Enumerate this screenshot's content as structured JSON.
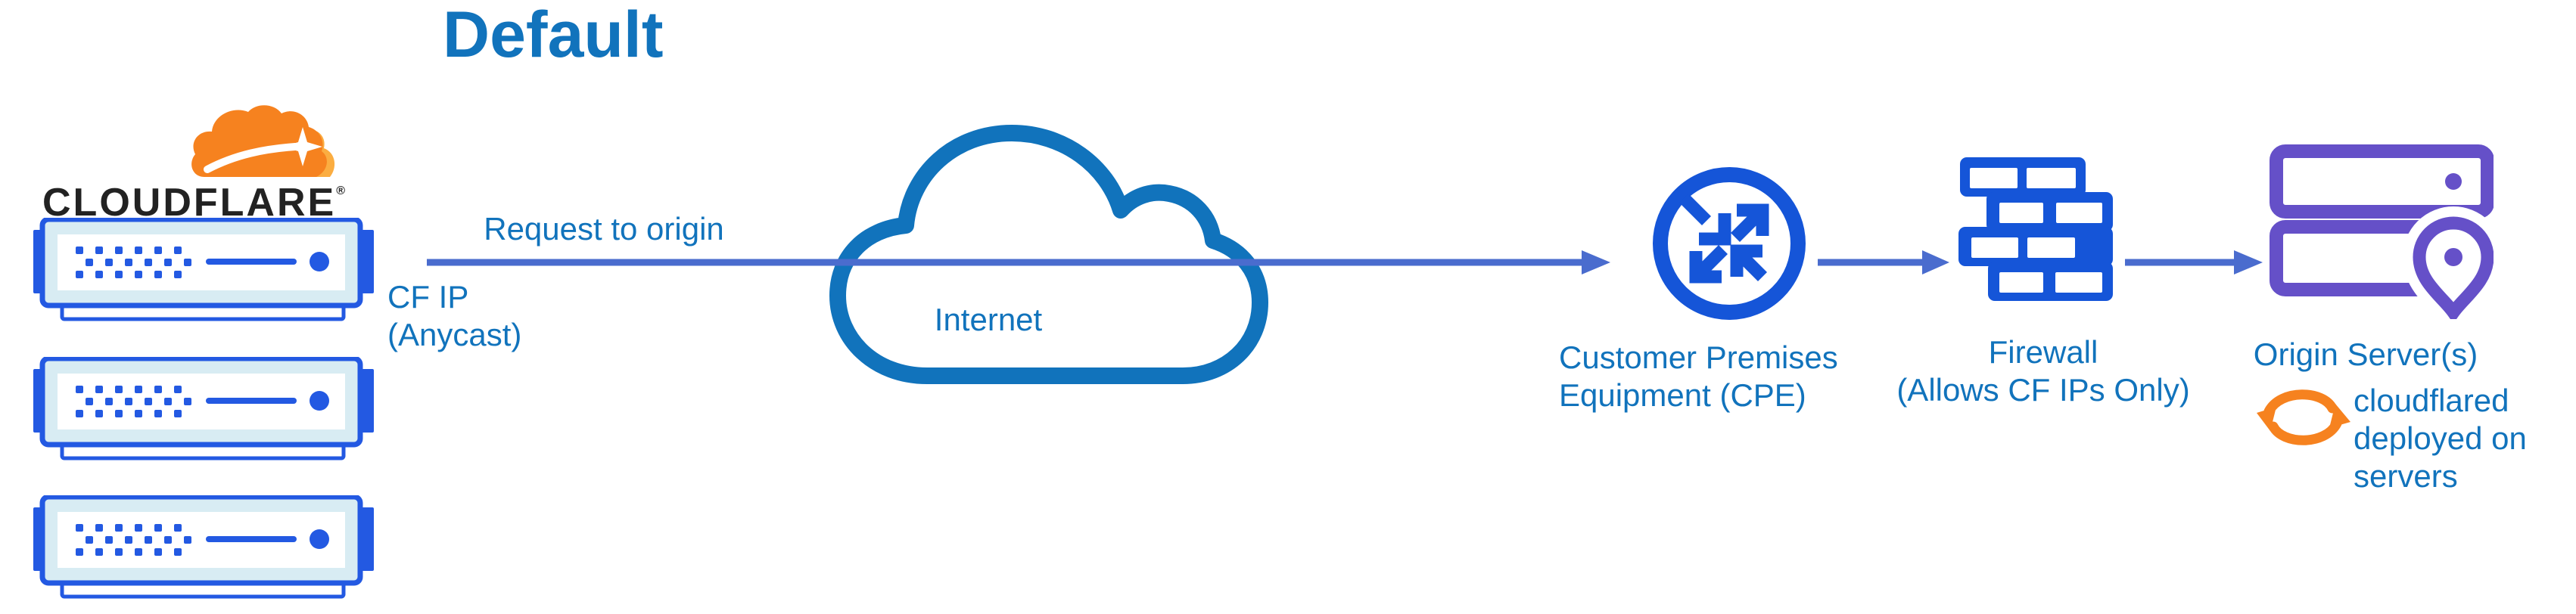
{
  "title": "Default",
  "brand": {
    "wordmark": "CLOUDFLARE",
    "registered_mark": "®"
  },
  "edge": {
    "request_label": "Request to origin",
    "ip_label_line1": "CF IP",
    "ip_label_line2": "(Anycast)"
  },
  "internet": {
    "label": "Internet"
  },
  "cpe": {
    "label_line1": "Customer Premises",
    "label_line2": "Equipment (CPE)"
  },
  "firewall": {
    "label_line1": "Firewall",
    "label_line2": "(Allows CF IPs Only)"
  },
  "origin": {
    "label": "Origin Server(s)",
    "note_line1": "cloudflared",
    "note_line2": "deployed on",
    "note_line3": "servers"
  },
  "icons": {
    "logo_cloud": "cloudflare-logo-cloud",
    "edge_servers": "cloudflare-edge-server-stack",
    "internet": "internet-cloud",
    "cpe": "router-cpe-icon",
    "firewall": "brick-wall-firewall-icon",
    "origin": "origin-server-location-icon",
    "cloudflared": "sync-arrows-icon"
  },
  "colors": {
    "label_blue": "#1173bc",
    "arrow_blue": "#4a6cce",
    "icon_blue": "#1555d8",
    "server_blue": "#2359e2",
    "server_fill": "#d8ecf3",
    "cloud_stroke": "#1173bc",
    "origin_purple": "#6550c8",
    "brand_orange": "#f6821f",
    "brand_orange_light": "#fbad41",
    "wordmark_black": "#222222"
  }
}
